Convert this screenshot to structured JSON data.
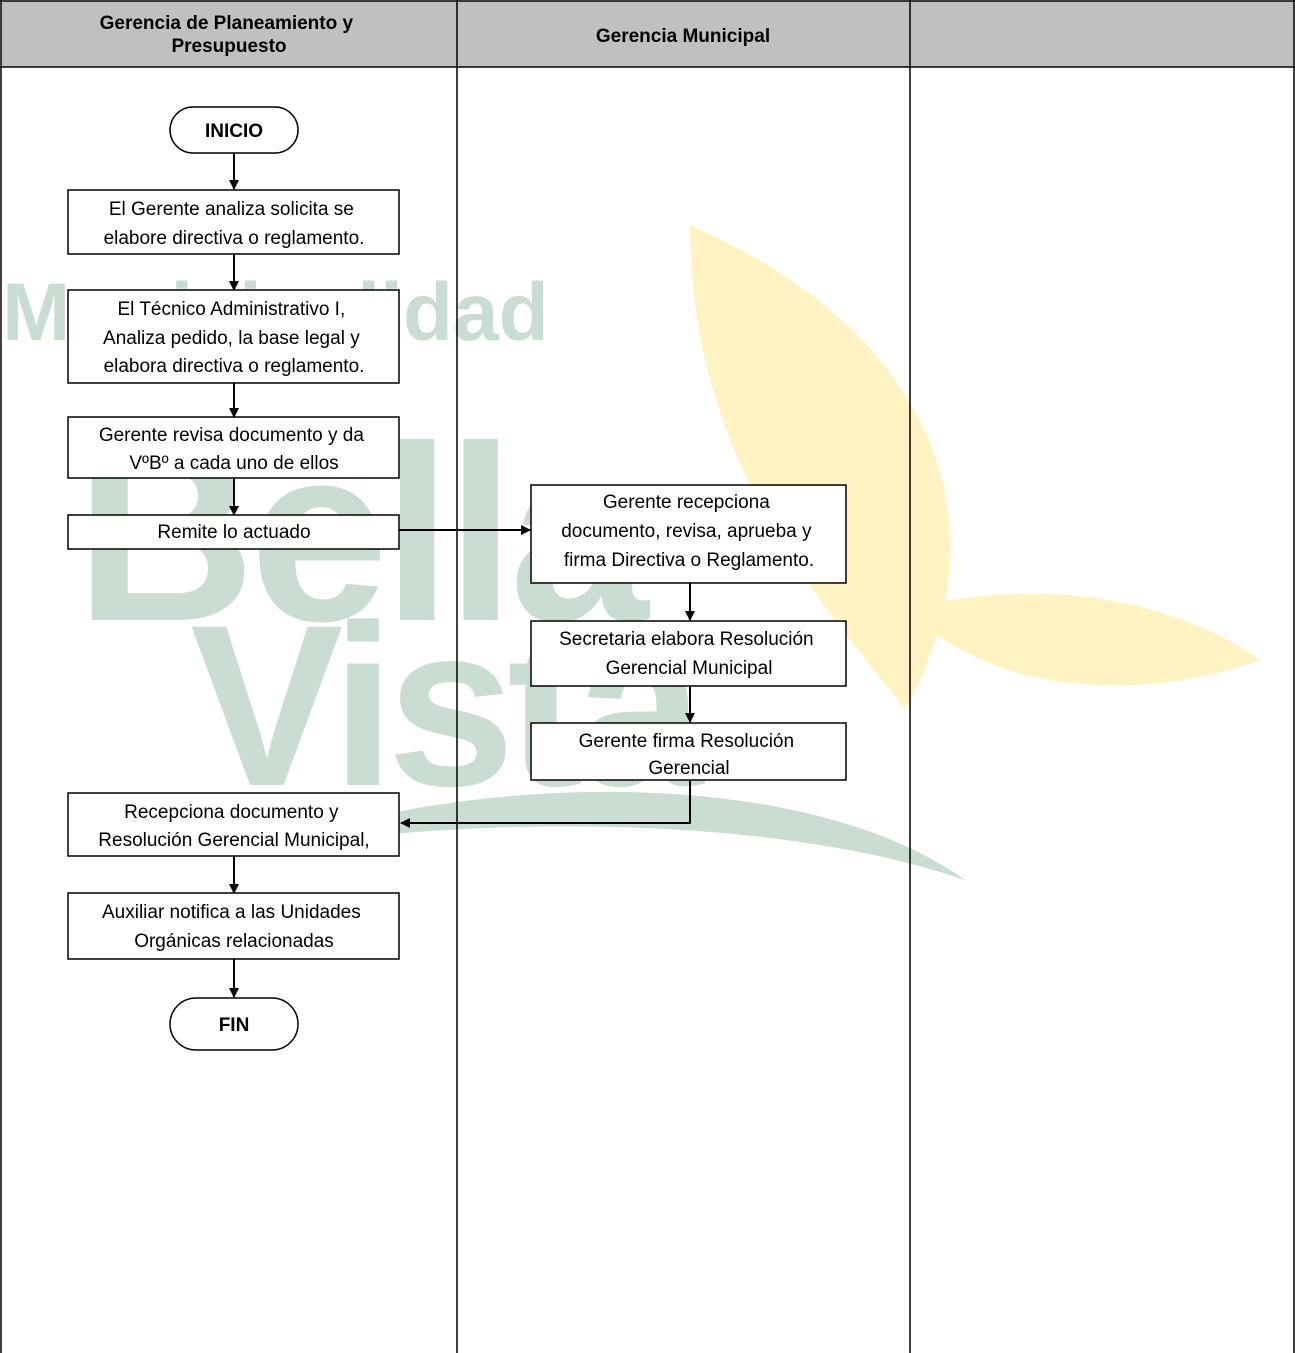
{
  "watermark": {
    "line1": "Municipalidad",
    "line2": "Bella",
    "line3": "Vista",
    "green": "#c9ddd2",
    "yellow": "#fff3c4"
  },
  "lanes": [
    {
      "id": "lane-planeamiento",
      "title_lines": [
        "Gerencia de Planeamiento y",
        "Presupuesto"
      ]
    },
    {
      "id": "lane-municipal",
      "title_lines": [
        "Gerencia Municipal"
      ]
    },
    {
      "id": "lane-empty",
      "title_lines": []
    }
  ],
  "header_bg": "#c0c0c0",
  "nodes": {
    "inicio": {
      "lines": [
        "INICIO"
      ]
    },
    "analiza": {
      "lines": [
        "El Gerente analiza solicita se",
        "elabore directiva o reglamento."
      ]
    },
    "tecnico": {
      "lines": [
        "El Técnico Administrativo I,",
        "Analiza pedido, la base legal y",
        "elabora directiva o reglamento."
      ]
    },
    "revisa": {
      "lines": [
        "Gerente revisa documento y da",
        "VºBº a cada uno de ellos"
      ]
    },
    "remite": {
      "lines": [
        "Remite lo actuado"
      ]
    },
    "recepciona_gm": {
      "lines": [
        "Gerente recepciona",
        "documento, revisa, aprueba y",
        "firma Directiva o Reglamento."
      ]
    },
    "secretaria": {
      "lines": [
        "Secretaria elabora Resolución",
        "Gerencial Municipal"
      ]
    },
    "firma": {
      "lines": [
        "Gerente firma Resolución",
        "Gerencial"
      ]
    },
    "recepciona_gp": {
      "lines": [
        "Recepciona documento y",
        "Resolución Gerencial Municipal,"
      ]
    },
    "auxiliar": {
      "lines": [
        "Auxiliar notifica a las Unidades",
        "Orgánicas relacionadas"
      ]
    },
    "fin": {
      "lines": [
        "FIN"
      ]
    }
  }
}
